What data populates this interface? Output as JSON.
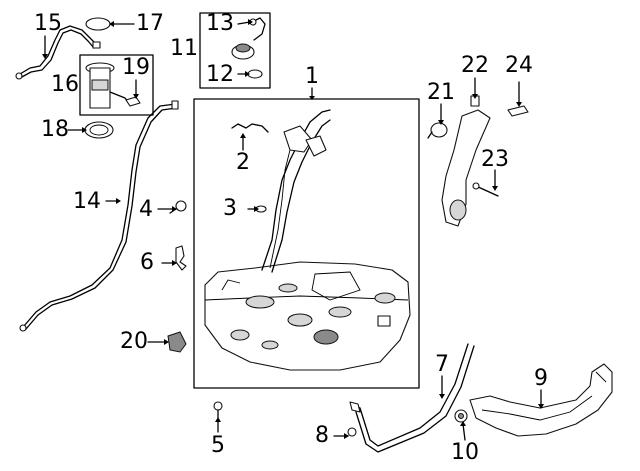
{
  "callouts": {
    "c1": "1",
    "c2": "2",
    "c3": "3",
    "c4": "4",
    "c5": "5",
    "c6": "6",
    "c7": "7",
    "c8": "8",
    "c9": "9",
    "c10": "10",
    "c11": "11",
    "c12": "12",
    "c13": "13",
    "c14": "14",
    "c15": "15",
    "c16": "16",
    "c17": "17",
    "c18": "18",
    "c19": "19",
    "c20": "20",
    "c21": "21",
    "c22": "22",
    "c23": "23",
    "c24": "24"
  },
  "icons": [
    "fuel-tank",
    "fuel-filler-pipe",
    "vent-hose",
    "fuel-line",
    "fuel-pump-module",
    "lock-ring",
    "gasket",
    "fuel-cap",
    "tether-strap",
    "tank-strap",
    "heat-shield",
    "bracket",
    "bolt",
    "nut",
    "clip",
    "grommet",
    "filler-door-housing",
    "filler-door"
  ]
}
